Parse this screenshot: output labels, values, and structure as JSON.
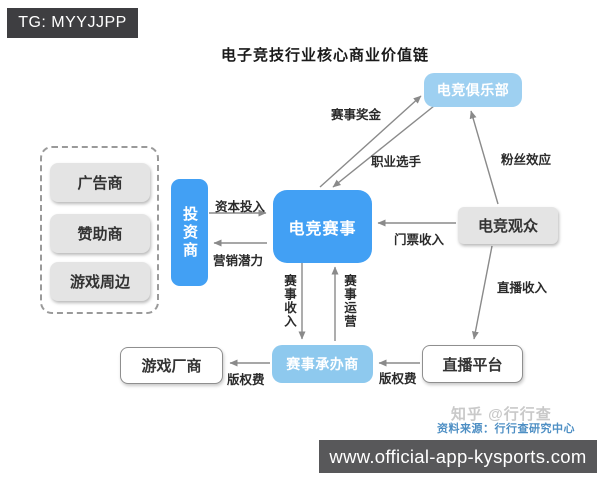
{
  "badge": {
    "text": "TG: MYYJJPP"
  },
  "title": "电子竞技行业核心商业价值链",
  "nodes": {
    "advertiser": "广告商",
    "sponsor": "赞助商",
    "game_merch": "游戏周边",
    "investor": "投资商",
    "esports_event": "电竞赛事",
    "esports_club": "电竞俱乐部",
    "esports_audience": "电竞观众",
    "game_developer": "游戏厂商",
    "event_organizer": "赛事承办商",
    "streaming_platform": "直播平台"
  },
  "edges": {
    "capital_investment": "资本投入",
    "marketing_potential": "营销潜力",
    "prize_money": "赛事奖金",
    "pro_players": "职业选手",
    "ticket_income": "门票收入",
    "fan_effect": "粉丝效应",
    "streaming_income": "直播收入",
    "event_income": "赛事收入",
    "event_operation": "赛事运营",
    "copyright_fee_left": "版权费",
    "copyright_fee_right": "版权费"
  },
  "footer": {
    "watermark": "知乎 @行行查",
    "source": "资料来源：行行查研究中心",
    "url": "www.official-app-kysports.com"
  },
  "colors": {
    "node_bright_blue": "#42a0f4",
    "node_light_blue": "#9ed0f1",
    "node_gray": "#e4e4e4",
    "arrow_gray": "#8a8a8a",
    "badge_bg": "#3e3e41",
    "url_bar_bg": "#58585a",
    "source_text": "#4e8fc4"
  }
}
